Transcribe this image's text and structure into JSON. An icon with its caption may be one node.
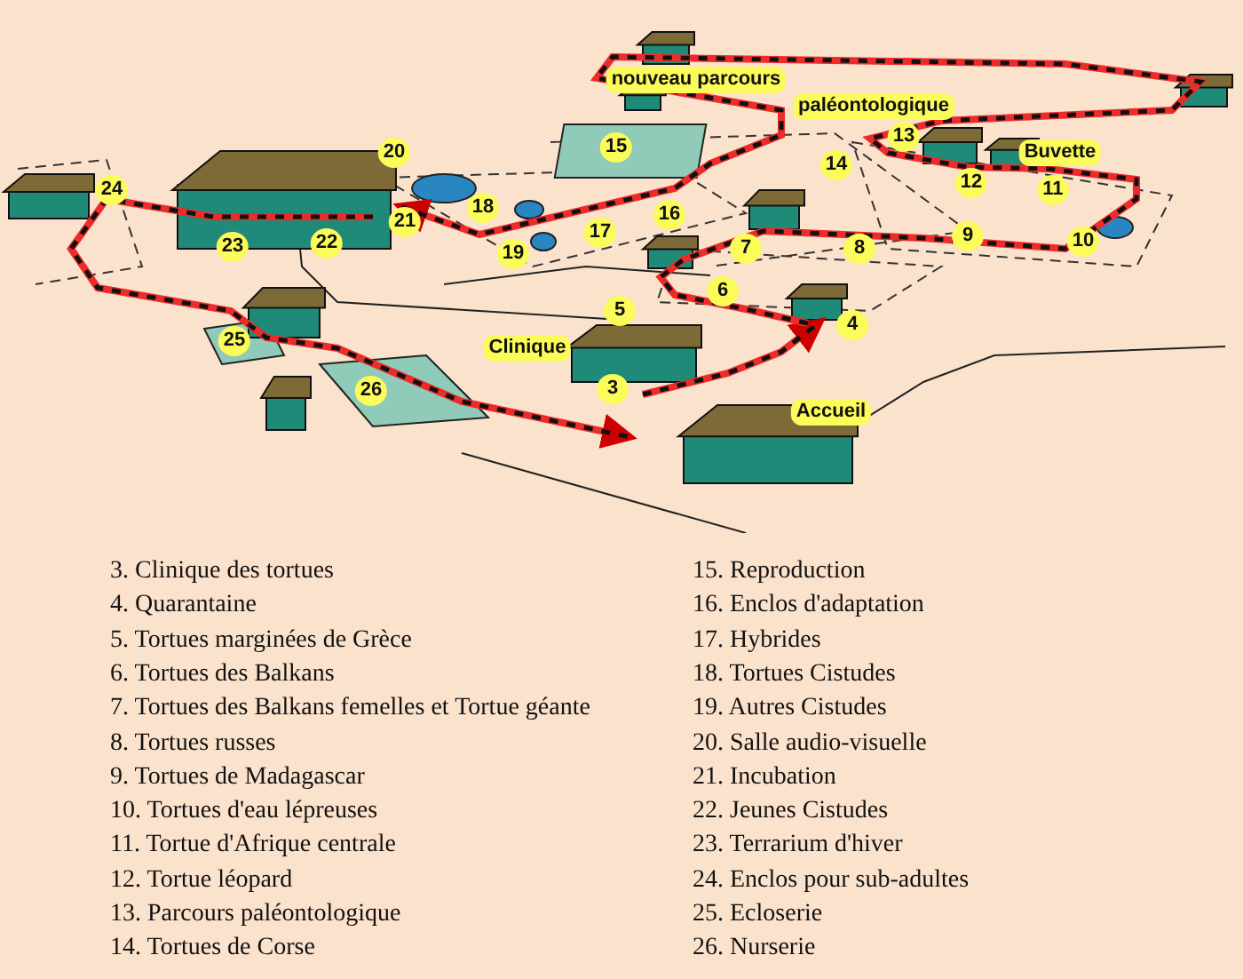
{
  "diagram": {
    "labels": [
      "nouveau parcours",
      "paléontologique",
      "20",
      "15",
      "13",
      "Buvette",
      "14",
      "24",
      "12",
      "11",
      "18",
      "21",
      "16",
      "17",
      "22",
      "23",
      "19",
      "7",
      "8",
      "9",
      "10",
      "6",
      "5",
      "4",
      "Clinique",
      "25",
      "3",
      "26",
      "Accueil",
      "3. Clinique des tortues",
      "4. Quarantaine",
      "5. Tortues marginées de Grèce",
      "6. Tortues des Balkans",
      "7. Tortues des Balkans femelles et Tortue géante",
      "8. Tortues russes",
      "9. Tortues de Madagascar",
      "10. Tortues d'eau lépreuses",
      "11. Tortue d'Afrique centrale",
      "12. Tortue léopard",
      "13. Parcours paléontologique",
      "14. Tortues de Corse",
      "15. Reproduction",
      "16. Enclos d'adaptation",
      "17. Hybrides",
      "18. Tortues Cistudes",
      "19. Autres Cistudes",
      "20. Salle audio-visuelle",
      "21. Incubation",
      "22. Jeunes Cistudes",
      "23. Terrarium d'hiver",
      "24. Enclos pour sub-adultes",
      "25. Ecloserie",
      "26. Nurserie"
    ]
  }
}
